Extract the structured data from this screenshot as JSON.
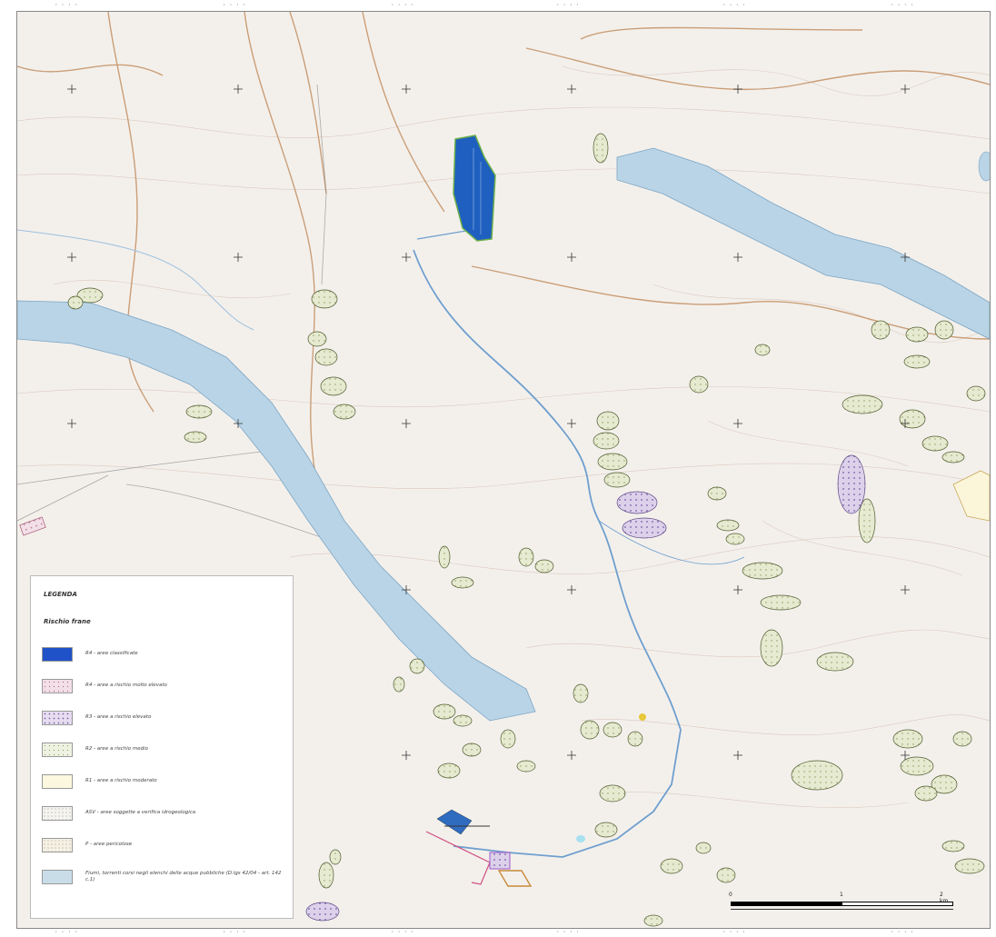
{
  "legend": {
    "title": "LEGENDA",
    "subtitle": "Rischio frane",
    "items": [
      {
        "label": "R4 - aree classificate",
        "fill": "#1f52c8",
        "pattern": "solid"
      },
      {
        "label": "R4 - aree a rischio molto elevato",
        "fill": "#f2dfe8",
        "pattern": "dots-pink"
      },
      {
        "label": "R3 - aree a rischio elevato",
        "fill": "#e6ddf0",
        "pattern": "dots-purple"
      },
      {
        "label": "R2 - aree a rischio medio",
        "fill": "#eef2e2",
        "pattern": "dots-green"
      },
      {
        "label": "R1 - aree a rischio moderato",
        "fill": "#fbf8df",
        "pattern": "plain-cream"
      },
      {
        "label": "ASV - aree soggette a verifica idrogeologica",
        "fill": "#f6f4ef",
        "pattern": "dots-grey"
      },
      {
        "label": "P - aree pericolose",
        "fill": "#f4f1e6",
        "pattern": "dots-tan"
      },
      {
        "label": "Fiumi, torrenti corsi negli elenchi delle acque pubbliche (D.lgs 42/04 - art. 142 c.1)",
        "fill": "#c9dde9",
        "pattern": "solid-light"
      }
    ]
  },
  "scale_bar": {
    "labels": [
      "0",
      "1",
      "2 km"
    ]
  },
  "colors": {
    "water_zone": "#b9d4e6",
    "reservoir": "#1f5fbf",
    "contour": "#c7a996",
    "road": "#c08a5a",
    "stream": "#6f9fce",
    "landslide_r2": "#e6ead0",
    "landslide_r3": "#dcd1ea"
  }
}
